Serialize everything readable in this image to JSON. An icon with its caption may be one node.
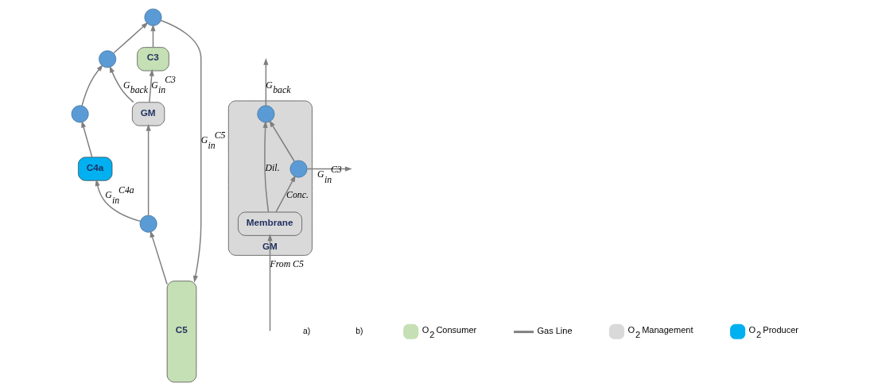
{
  "diagram": {
    "nodes": [
      {
        "text": [
          "C5"
        ]
      },
      {
        "text": [],
        "shape": "circle"
      },
      {
        "text": [],
        "shape": "circle"
      },
      {
        "text": [],
        "shape": "circle"
      },
      {
        "text": [
          "C3"
        ]
      },
      {
        "text": [
          "GM"
        ]
      },
      {
        "text": [
          "C4a"
        ]
      },
      {
        "text": [],
        "shape": "circle"
      },
      {
        "text": [
          "GM"
        ]
      },
      {
        "text": [],
        "shape": "circle",
        "in": 8
      },
      {
        "text": [],
        "shape": "circle",
        "in": 8
      },
      {
        "text": [
          "Membrane"
        ],
        "in": 8
      }
    ],
    "edges": [
      {
        "from": 3,
        "to": 2,
        "arrow": "to"
      },
      {
        "from": 2,
        "to": 1,
        "arrow": "to"
      },
      {
        "from": 1,
        "to": 0,
        "arrow": "to",
        "label": "G$_{in}$$^{C5}$"
      },
      {
        "from": 4,
        "to": 1,
        "arrow": "to"
      },
      {
        "from": 5,
        "to": 2,
        "arrow": "to",
        "label": "G$_{back}$"
      },
      {
        "from": 6,
        "to": 3,
        "arrow": "to"
      },
      {
        "from": 5,
        "to": 4,
        "arrow": "to",
        "label": "G$_{in}$$^{C3}$"
      },
      {
        "from": 0,
        "to": 7,
        "arrow": "to"
      },
      {
        "from": 7,
        "to": 5,
        "arrow": "to"
      },
      {
        "from": 7,
        "to": 6,
        "arrow": "to",
        "label": "G$_{in}$$^{C4a}$"
      },
      {
        "from": 10,
        "to": 9,
        "arrow": "to"
      },
      {
        "from": 11,
        "to": 10,
        "arrow": "to",
        "label": "Conc."
      },
      {
        "from": 11,
        "to": 9,
        "arrow": "to",
        "label": "Dil."
      },
      {
        "from": 10,
        "to": null,
        "arrow": "to",
        "label": "G$_{in}$$^{C3}$"
      },
      {
        "from": 9,
        "to": null,
        "arrow": "to",
        "label": "G$_{back}$"
      },
      {
        "from": null,
        "to": 11,
        "arrow": "to",
        "label": "From C5"
      }
    ],
    "labels": [
      "a)",
      "b)"
    ],
    "legend": [
      {
        "text": "O$_{2}$ Consumer",
        "color": "#c5e0b4"
      },
      {
        "text": "Gas Line"
      },
      {
        "text": "O$_{2}$ Management",
        "color": "#d9d9d9"
      },
      {
        "text": "O$_{2}$ Producer",
        "color": "#00b0f0"
      }
    ]
  }
}
